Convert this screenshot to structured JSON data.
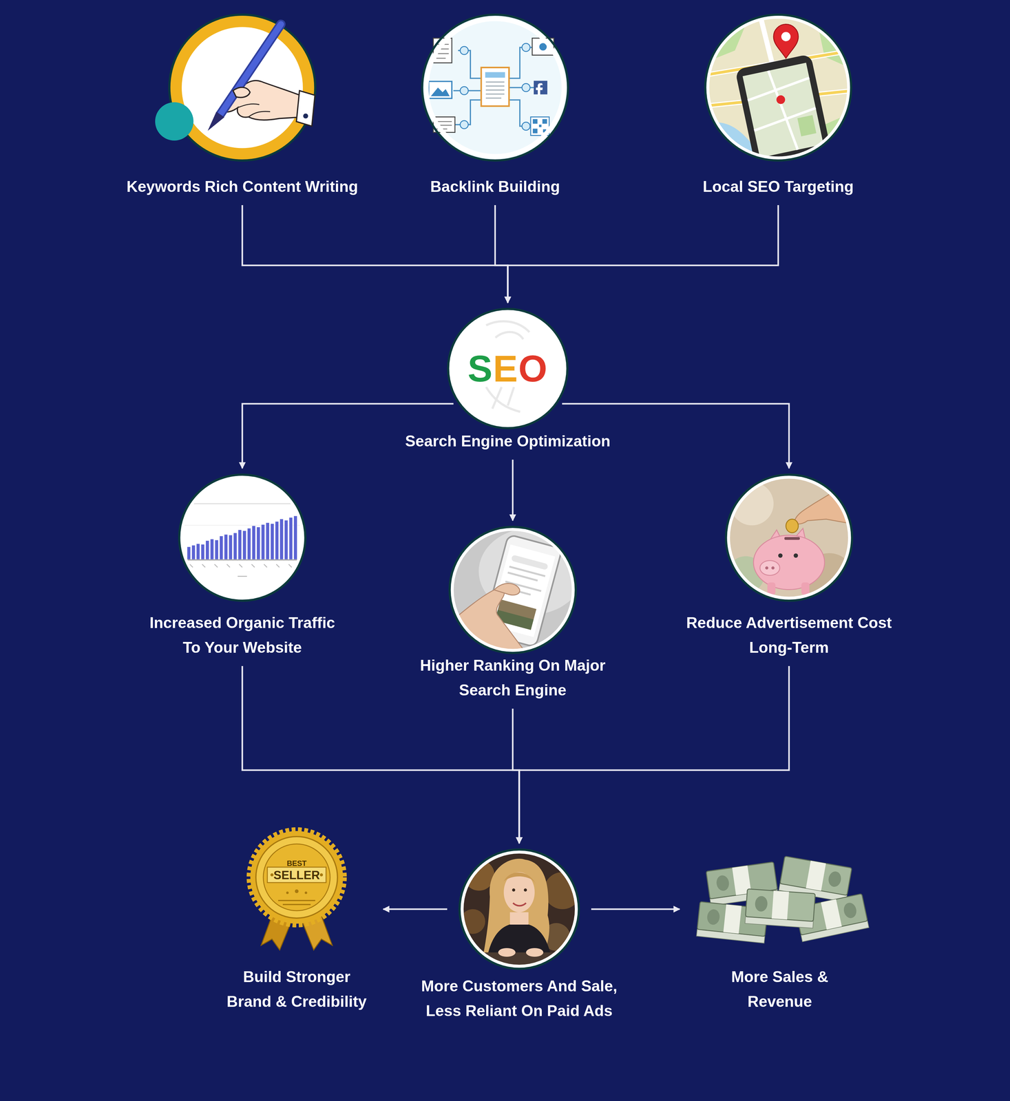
{
  "diagram": {
    "nodes": [
      {
        "text": [
          "Keywords Rich Content Writing"
        ]
      },
      {
        "text": [
          "Backlink Building"
        ]
      },
      {
        "text": [
          "Local SEO Targeting"
        ]
      },
      {
        "text": [
          "SEO",
          "Search Engine Optimization"
        ]
      },
      {
        "text": [
          "Increased Organic Traffic To Your Website"
        ]
      },
      {
        "text": [
          "Higher Ranking On Major Search Engine"
        ]
      },
      {
        "text": [
          "Reduce Advertisement Cost Long-Term"
        ]
      },
      {
        "text": [
          "Build Stronger Brand & Credibility"
        ]
      },
      {
        "text": [
          "More Customers And Sale, Less Reliant On Paid Ads"
        ]
      },
      {
        "text": [
          "More Sales & Revenue"
        ]
      }
    ],
    "edges": [
      {
        "from": 0,
        "to": 3,
        "arrow": "to"
      },
      {
        "from": 1,
        "to": 3,
        "arrow": "to"
      },
      {
        "from": 2,
        "to": 3,
        "arrow": "to"
      },
      {
        "from": 3,
        "to": 4,
        "arrow": "to"
      },
      {
        "from": 3,
        "to": 5,
        "arrow": "to"
      },
      {
        "from": 3,
        "to": 6,
        "arrow": "to"
      },
      {
        "from": 4,
        "to": 8,
        "arrow": "to"
      },
      {
        "from": 5,
        "to": 8,
        "arrow": "to"
      },
      {
        "from": 6,
        "to": 8,
        "arrow": "to"
      },
      {
        "from": 8,
        "to": 7,
        "arrow": "to"
      },
      {
        "from": 8,
        "to": 9,
        "arrow": "to"
      }
    ],
    "labels": [
      "BEST",
      "SELLER"
    ]
  }
}
